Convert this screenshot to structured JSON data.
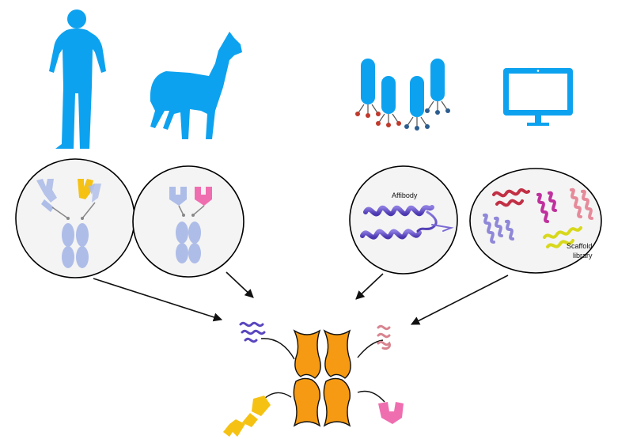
{
  "labels": {
    "affibody": "Affibody",
    "scaffold_library_line1": "Scaffold",
    "scaffold_library_line2": "library"
  },
  "colors": {
    "icon_blue": "#0da2ef",
    "orange_core": "#f59a12",
    "yellow_domain": "#f5c214",
    "pink_domain": "#ef6eb0",
    "purple_helix": "#6a55c8",
    "antibody_pale": "#aebde8",
    "circle_fill": "#f4f4f4"
  },
  "icons": [
    "person-icon",
    "alpaca-icon",
    "bacteria-display-icon",
    "computer-monitor-icon"
  ]
}
